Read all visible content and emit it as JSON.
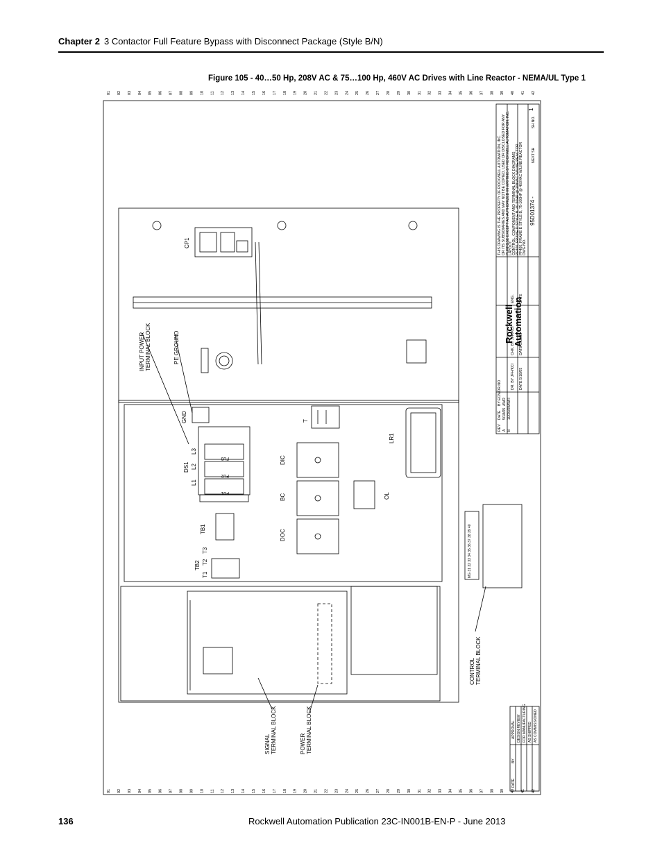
{
  "header": {
    "chapter": "Chapter 2",
    "title": "3 Contactor Full Feature Bypass with Disconnect Package (Style B/N)"
  },
  "figure": {
    "caption": "Figure 105 - 40…50 Hp, 208V AC & 75…100 Hp, 460V AC Drives with Line Reactor - NEMA/UL Type 1"
  },
  "drawing": {
    "zone_numbers": [
      "01",
      "02",
      "03",
      "04",
      "05",
      "06",
      "07",
      "08",
      "09",
      "10",
      "11",
      "12",
      "13",
      "14",
      "15",
      "16",
      "17",
      "18",
      "19",
      "20",
      "21",
      "22",
      "23",
      "24",
      "25",
      "26",
      "27",
      "28",
      "29",
      "30",
      "31",
      "32",
      "33",
      "34",
      "35",
      "36",
      "37",
      "38",
      "39",
      "40",
      "41",
      "42"
    ],
    "components": {
      "cp1": "CP1",
      "input_power_tb_line1": "INPUT POWER",
      "input_power_tb_line2": "TERMINAL BLOCK",
      "pe_ground": "PE GROUND",
      "gnd": "GND",
      "ds1": "DS1",
      "l1": "L1",
      "l2": "L2",
      "l3": "L3",
      "fu1": "FU1",
      "fu2": "FU2",
      "fu3": "FU3",
      "t": "T",
      "dic": "DIC",
      "bc": "BC",
      "doc": "DOC",
      "ol": "OL",
      "lr1": "LR1",
      "tb1": "TB1",
      "tb2": "TB2",
      "t1": "T1",
      "t2": "T2",
      "t3": "T3",
      "control_tb_line1": "CONTROL",
      "control_tb_line2": "TERMINAL BLOCK",
      "signal_tb_line1": "SIGNAL",
      "signal_tb_line2": "TERMINAL BLOCK",
      "power_tb_line1": "POWER",
      "power_tb_line2": "TERMINAL BLOCK"
    },
    "title_block": {
      "notice_line1": "THIS DRAWING IS THE PROPERTY OF ROCKWELL AUTOMATION, INC.",
      "notice_line2": "OR ITS SUBSIDIARIES AND MAY NOT BE COPIED, USED OR DISCLOSED FOR ANY",
      "notice_line3": "PURPOSE EXCEPT AS AUTHORIZED IN WRITING BY ROCKWELL AUTOMATION, INC.",
      "title_line1": "LAYOUT",
      "title_line2": "CONTROL, COMPONENT AND TERMINAL BLOCK DIAGRAMS",
      "title_line3": "PF400, FRAME D STYLE B, 40-50HP @ 208VAC W/LINE REACTOR",
      "title_line4": "PF400, FRAME E STYLE B, 75-100HP @ 460VAC W/LINE REACTOR",
      "brand_line1": "Rockwell",
      "brand_line2": "Automation",
      "dwg_no_label": "DWG NO.",
      "dwg_no": "95D01374 -",
      "next_sh_label": "NEXT SH",
      "sh_no_label": "SH NO.",
      "sh_no": "1",
      "dr_by": "DR. BY  JFH/KCI",
      "dr_date": "DATE  5/18/05",
      "chk_by": "CHK. BY  JFH/KCI",
      "chk_date": "DATE  5/18/05",
      "eng_label": "ENG.",
      "eng_date_label": "DATE",
      "rev_label": "REV",
      "date_label": "DATE",
      "by_label": "BY",
      "ecn_label": "ECN/DR.NO",
      "rev_a": "A",
      "rev_a_date": "5/18/05",
      "rev_a_by": "AWR",
      "rev_b": "B",
      "rev_b_date": "10/26/09",
      "rev_b_by": "AWR"
    },
    "approval_block": {
      "title": "APPROVAL",
      "row1": "DESIGN REVIEW",
      "row2": "FOR MANUFACTURING",
      "row3": "AS SHIPPED",
      "row4": "AS COMMISSIONED",
      "date_label": "DATE",
      "by_label": "BY"
    },
    "tb_terminals": "MG 31 32 33 34 35 36 37 38 39 40"
  },
  "footer": {
    "page_number": "136",
    "publication": "Rockwell Automation Publication 23C-IN001B-EN-P - June 2013"
  }
}
